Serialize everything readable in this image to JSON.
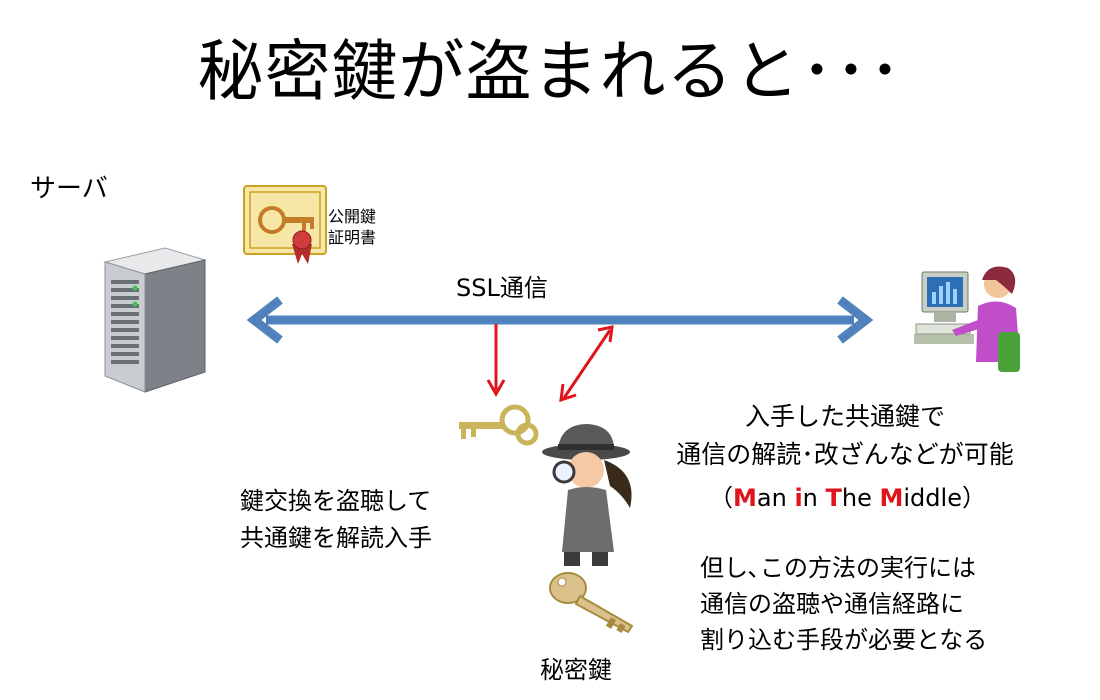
{
  "title": "秘密鍵が盗まれると･･･",
  "server_label": "サーバ",
  "certificate": {
    "line1": "公開鍵",
    "line2": "証明書"
  },
  "ssl_label": "SSL通信",
  "mitm": {
    "desc_line1": "入手した共通鍵で",
    "desc_line2": "通信の解読･改ざんなどが可能",
    "note": {
      "open": "（",
      "M": "M",
      "an": "an ",
      "i": "i",
      "n": "n ",
      "T": "T",
      "he": "he ",
      "M2": "M",
      "iddle": "iddle",
      "close": "）"
    }
  },
  "eavesdrop": {
    "line1": "鍵交換を盗聴して",
    "line2": "共通鍵を解読入手"
  },
  "caveat": {
    "line1": "但し､この方法の実行には",
    "line2": "通信の盗聴や通信経路に",
    "line3": "割り込む手段が必要となる"
  },
  "private_key_label": "秘密鍵",
  "colors": {
    "arrow_blue": "#4f81bd",
    "arrow_red": "#e0141c",
    "accent_red": "#e0141c"
  }
}
